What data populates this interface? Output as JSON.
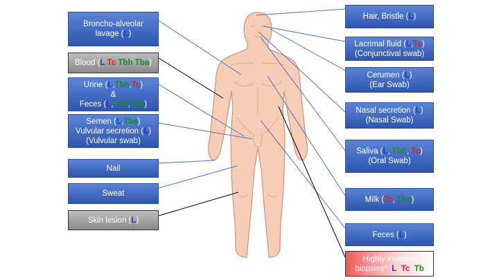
{
  "colors": {
    "box_blue": "#3a66c4",
    "box_gray": "#9a9a9a",
    "box_pink": "#f26b6b",
    "L": "#1a3fd0",
    "Tc": "#d81f26",
    "Tb": "#1b8a2a",
    "skin": "#f8cdb5",
    "skin_outline": "#c9937a"
  },
  "labels": {
    "lavage_1": "Broncho-alveolar",
    "lavage_2": "lavage (",
    "blood_1": "Blood (",
    "urine_1": "Urine (",
    "and": "&",
    "feces_1": "Feces (",
    "semen_1": "Semen (",
    "vulvular_1": "Vulvular secretion (",
    "vulvular_2": "(Vulvular swab)",
    "nail": "Nail",
    "sweat": "Sweat",
    "skin_1": "Skin lesion (",
    "hair_1": "Hair, Bristle (",
    "lacrimal_1": "Lacrimal fluid (",
    "lacrimal_2": "(Conjunctival swab)",
    "cerumen_1": "Cerumen (",
    "cerumen_2": "(Ear Swab)",
    "nasal_1": "Nasal secretion (",
    "nasal_2": "(Nasal Swab)",
    "saliva_1": "Saliva (",
    "saliva_2": "(Oral Swab)",
    "milk_1": "Milk (",
    "feces2_1": "Feces (",
    "biopsy_1": "Highly invasive",
    "biopsy_2": "biopsies*",
    "L": "L",
    "Tc": "Tc",
    "Tbh": "Tbh",
    "Tba": "Tba",
    "Tbe": "Tbe",
    "Tb": "Tb",
    "comma": ",",
    "close": ")",
    "space": " "
  }
}
